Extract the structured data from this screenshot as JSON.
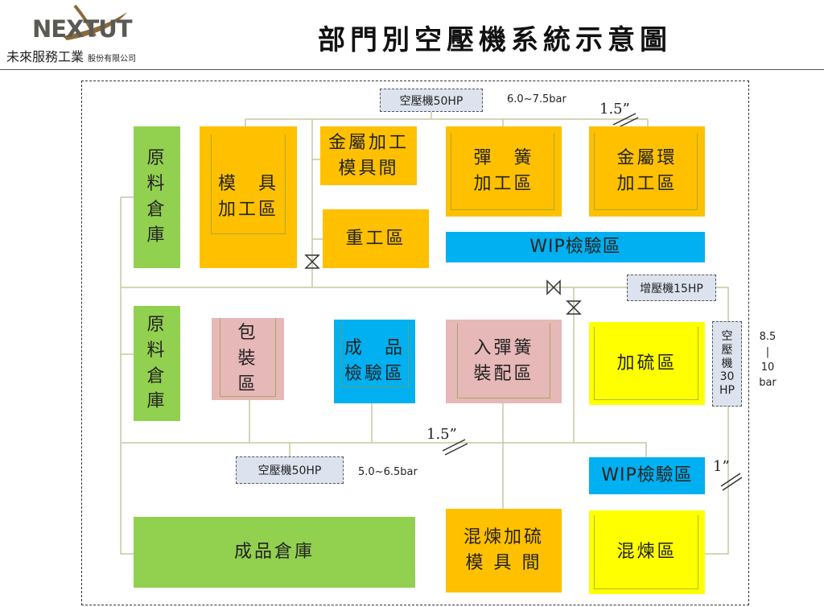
{
  "logo": {
    "brand": "NEXTUT",
    "company": "未來服務工業",
    "suffix": "股份有限公司"
  },
  "title": "部門別空壓機系統示意圖",
  "areas": {
    "raw1": "原\n料\n倉\n庫",
    "mold": "模　具\n加工區",
    "metal_mold": "金屬加工\n模具間",
    "rework": "重工區",
    "spring": "彈　簧\n加工區",
    "ring": "金屬環\n加工區",
    "wip_top": "WIP檢驗區",
    "raw2": "原\n料\n倉\n庫",
    "pack": "包\n裝\n區",
    "fqc": "成　品\n檢驗區",
    "assembly": "入彈簧\n裝配區",
    "vulcan": "加硫區",
    "wip_bottom": "WIP檢驗區",
    "finished": "成品倉庫",
    "mix_mold": "混煉加硫\n模 具 間",
    "mix": "混煉區"
  },
  "equipment": {
    "comp_top": "空壓機50HP",
    "comp_top_pressure": "6.0~7.5bar",
    "booster": "增壓機15HP",
    "comp30": "空\n壓\n機\n30\nHP",
    "comp30_pressure": "8.5\n|\n10\nbar",
    "comp_bottom": "空壓機50HP",
    "comp_bottom_pressure": "5.0~6.5bar"
  },
  "pipe_sizes": {
    "top": "1.5”",
    "middle": "1.5”",
    "right": "1”"
  },
  "colors": {
    "orange": "#ffc000",
    "green": "#92d050",
    "blue": "#00b0f0",
    "pink": "#e6b8b7",
    "yellow": "#ffff00",
    "pipe": "#c5c9a0"
  }
}
